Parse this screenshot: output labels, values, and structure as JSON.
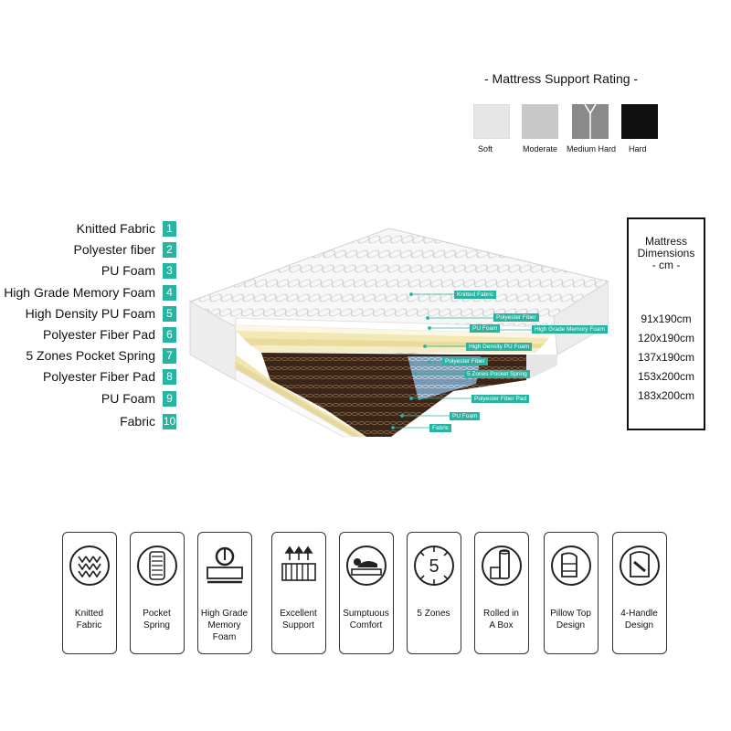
{
  "rating": {
    "title": "-  Mattress Support  Rating  -",
    "levels": [
      {
        "label": "Soft",
        "color": "#e6e6e6"
      },
      {
        "label": "Moderate",
        "color": "#c8c8c8"
      },
      {
        "label": "Medium Hard",
        "color": "#8a8a8a"
      },
      {
        "label": "Hard",
        "color": "#111111"
      }
    ]
  },
  "layers": [
    {
      "num": "1",
      "name": "Knitted Fabric"
    },
    {
      "num": "2",
      "name": "Polyester fiber"
    },
    {
      "num": "3",
      "name": "PU Foam"
    },
    {
      "num": "4",
      "name": "High Grade Memory Foam"
    },
    {
      "num": "5",
      "name": "High Density PU Foam"
    },
    {
      "num": "6",
      "name": "Polyester Fiber Pad"
    },
    {
      "num": "7",
      "name": "5 Zones Pocket Spring"
    },
    {
      "num": "8",
      "name": "Polyester Fiber Pad"
    },
    {
      "num": "9",
      "name": "PU Foam"
    },
    {
      "num": "10",
      "name": "Fabric"
    }
  ],
  "callouts": [
    "Knitted Fabric",
    "Polyester  Fiber",
    "PU Foam",
    "High Grade Memory Foam",
    "High Density PU Foam",
    "Polyester Fiber",
    "5 Zones Pocket Spring",
    "Polyester Fiber Pad",
    "PU Foam",
    "Fabric"
  ],
  "dimensions": {
    "title_line1": "Mattress",
    "title_line2": "Dimensions",
    "title_line3": "- cm -",
    "sizes": [
      "91x190cm",
      "120x190cm",
      "137x190cm",
      "153x200cm",
      "183x200cm"
    ]
  },
  "features": [
    {
      "icon": "knitted-fabric-icon",
      "label_lines": [
        "Knitted",
        "Fabric"
      ]
    },
    {
      "icon": "pocket-spring-icon",
      "label_lines": [
        "Pocket",
        "Spring"
      ]
    },
    {
      "icon": "memory-foam-icon",
      "label_lines": [
        "High Grade",
        "Memory",
        "Foam"
      ]
    },
    {
      "icon": "support-icon",
      "label_lines": [
        "Excellent",
        "Support"
      ]
    },
    {
      "icon": "comfort-icon",
      "label_lines": [
        "Sumptuous",
        "Comfort"
      ]
    },
    {
      "icon": "five-zones-icon",
      "label_lines": [
        "5 Zones"
      ]
    },
    {
      "icon": "rolled-box-icon",
      "label_lines": [
        "Rolled in",
        "A Box"
      ]
    },
    {
      "icon": "pillow-top-icon",
      "label_lines": [
        "Pillow Top",
        "Design"
      ]
    },
    {
      "icon": "four-handle-icon",
      "label_lines": [
        "4-Handle",
        "Design"
      ]
    }
  ],
  "colors": {
    "accent": "#2bb3a1"
  }
}
